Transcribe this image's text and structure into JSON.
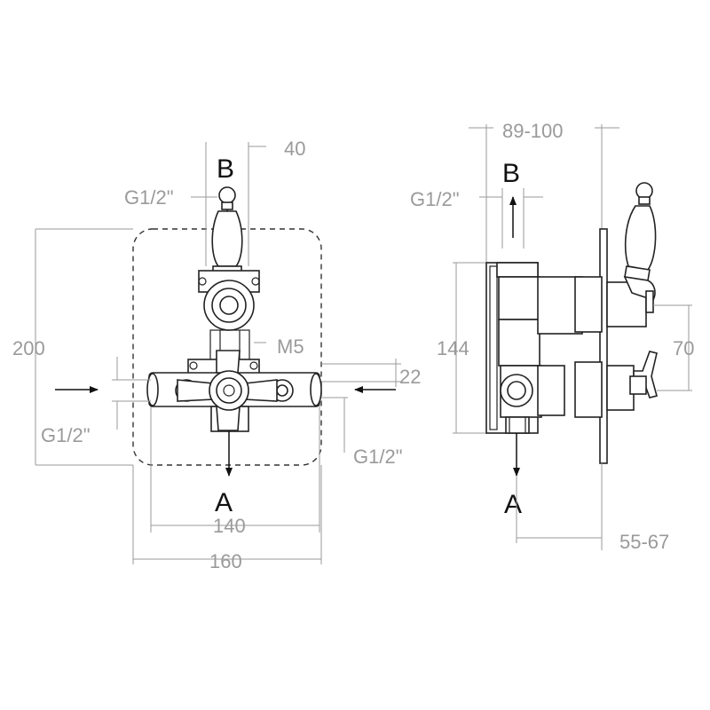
{
  "labels": {
    "B_front": "B",
    "A_front": "A",
    "B_side": "B",
    "A_side": "A"
  },
  "dimensions": {
    "outlet_width": "40",
    "plate_height": "200",
    "body_width": "140",
    "plate_width": "160",
    "inlet_spacing": "22",
    "screw": "M5",
    "thread_top_front": "G1/2\"",
    "thread_left": "G1/2\"",
    "thread_right": "G1/2\"",
    "depth_range": "89-100",
    "thread_top_side": "G1/2\"",
    "body_height": "144",
    "handle_spacing": "70",
    "wall_depth": "55-67"
  }
}
